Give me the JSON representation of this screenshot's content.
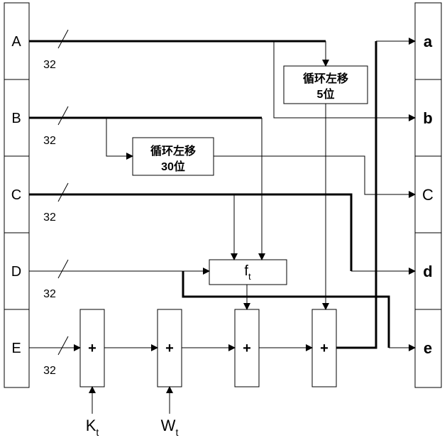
{
  "left_registers": [
    "A",
    "B",
    "C",
    "D",
    "E"
  ],
  "right_registers": [
    "a",
    "b",
    "C",
    "d",
    "e"
  ],
  "bus_width": "32",
  "rotl5": {
    "line1": "循环左移",
    "line2": "5位"
  },
  "rotl30": {
    "line1": "循环左移",
    "line2": "30位"
  },
  "func": {
    "base": "f",
    "sub": "t"
  },
  "adder_symbol": "+",
  "k_input": {
    "base": "K",
    "sub": "t"
  },
  "w_input": {
    "base": "W",
    "sub": "t"
  }
}
